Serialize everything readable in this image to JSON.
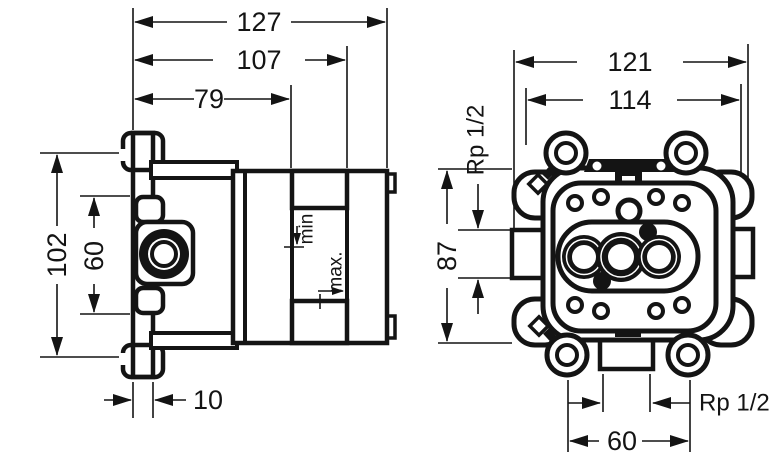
{
  "drawing": {
    "left_view": {
      "dim_width_outer": "127",
      "dim_width_mid": "107",
      "dim_width_inner": "79",
      "dim_height_outer": "102",
      "dim_height_inner": "60",
      "dim_flange_depth": "10",
      "label_min": "min",
      "label_max": "max."
    },
    "right_view": {
      "dim_width_outer": "121",
      "dim_width_inner": "114",
      "dim_height": "87",
      "label_side_thread": "Rp 1/2",
      "label_bottom_thread": "Rp 1/2",
      "dim_bottom_spacing": "60"
    },
    "colors": {
      "line": "#141414",
      "background": "#ffffff"
    }
  }
}
